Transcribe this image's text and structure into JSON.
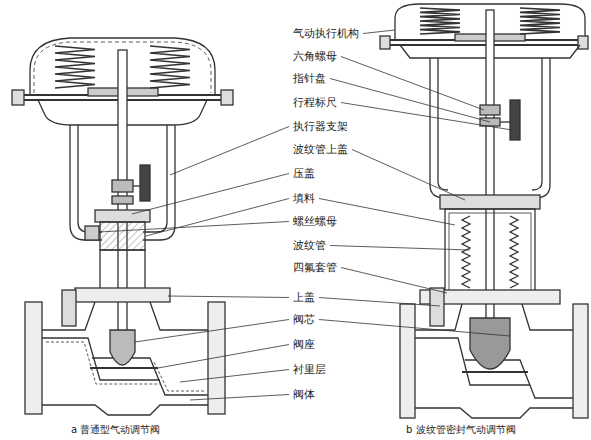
{
  "diagram": {
    "labels": [
      "气动执行机构",
      "六角螺母",
      "指针盘",
      "行程标尺",
      "执行器支架",
      "波纹管上盖",
      "压盖",
      "填料",
      "螺丝螺母",
      "波纹管",
      "四氟套管",
      "上盖",
      "阀芯",
      "阀座",
      "衬里层",
      "阀体",
      "a 普通型气动调节阀",
      "b 波纹管密封气动调节阀"
    ]
  }
}
